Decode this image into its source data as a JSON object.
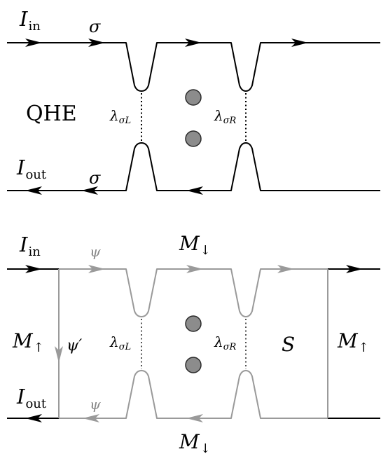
{
  "top": {
    "label_qhe": "QHE",
    "i_in": {
      "main": "I",
      "sub": "in"
    },
    "i_out": {
      "main": "I",
      "sub": "out"
    },
    "sigma_top": "σ",
    "sigma_bottom": "σ",
    "lambda_left": {
      "main": "λ",
      "sub": "σL"
    },
    "lambda_right": {
      "main": "λ",
      "sub": "σR"
    }
  },
  "bottom": {
    "i_in": {
      "main": "I",
      "sub": "in"
    },
    "i_out": {
      "main": "I",
      "sub": "out"
    },
    "psi_top": "ψ",
    "psi_bottom": "ψ",
    "psi_prime": "ψ′",
    "m_down_top": {
      "main": "M",
      "sub": "↓"
    },
    "m_down_bottom": {
      "main": "M",
      "sub": "↓"
    },
    "m_up_left": {
      "main": "M",
      "sub": "↑"
    },
    "m_up_right": {
      "main": "M",
      "sub": "↑"
    },
    "s_label": "S",
    "lambda_left": {
      "main": "λ",
      "sub": "σL"
    },
    "lambda_right": {
      "main": "λ",
      "sub": "σR"
    }
  },
  "colors": {
    "black": "#000000",
    "gray": "#9a9a9a",
    "dot_fill": "#8c8c8c",
    "dot_stroke": "#2a2a2a"
  }
}
